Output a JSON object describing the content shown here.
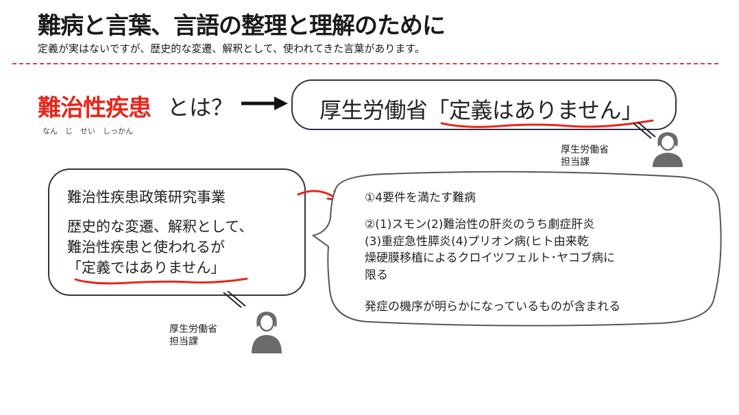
{
  "header": {
    "title": "難病と言葉、言語の整理と理解のために",
    "subtitle": "定義が実はないですが、歴史的な変遷、解釈として、使われてきた言葉があります。"
  },
  "question": {
    "term": "難治性疾患",
    "rest": "とは？",
    "ruby": "なん　じ　せい　しっかん"
  },
  "top_bubble": {
    "prefix": "厚生労働省「",
    "emphasis": "定義はありません",
    "suffix": "」",
    "speaker_line1": "厚生労働省",
    "speaker_line2": "担当課"
  },
  "left_bubble": {
    "heading": "難治性疾患政策研究事業",
    "line1": "歴史的な変遷、解釈として、",
    "line2": "難治性疾患と使われるが",
    "line3_open": "「",
    "line3_emphasis": "定義ではありません",
    "line3_close": "」",
    "speaker_line1": "厚生労働省",
    "speaker_line2": "担当課"
  },
  "right_bubble": {
    "item1": "①4要件を満たす難病",
    "item2": "②(1)スモン(2)難治性の肝炎のうち劇症肝炎\n(3)重症急性膵炎(4)プリオン病(ヒト由来乾\n燥硬膜移植によるクロイツフェルト･ヤコブ病に\n限る",
    "item3": "発症の機序が明らかになっているものが含まれる"
  },
  "colors": {
    "accent_red": "#e8251b",
    "divider_red": "#e03b3b",
    "bubble_border": "#2e3346",
    "person_gray": "#6b6b6b"
  },
  "icons": [
    "person-icon",
    "right-arrow-icon",
    "curved-red-arrow-icon"
  ]
}
